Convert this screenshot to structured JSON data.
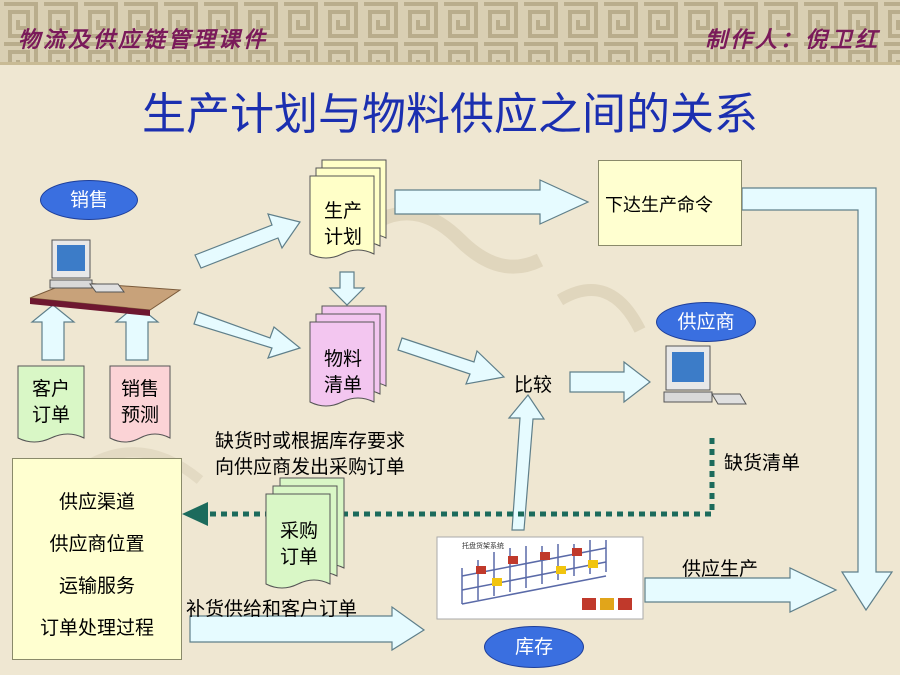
{
  "header": {
    "left": "物流及供应链管理课件",
    "right": "制作人：倪卫红"
  },
  "title": "生产计划与物料供应之间的关系",
  "nodes": {
    "sales": "销售",
    "production_plan": [
      "生产",
      "计划"
    ],
    "production_order": "下达生产命令",
    "supplier": "供应商",
    "bom": [
      "物料",
      "清单"
    ],
    "compare": "比较",
    "customer_order": [
      "客户",
      "订单"
    ],
    "sales_forecast": [
      "销售",
      "预测"
    ],
    "shortage_list": "缺货清单",
    "purchase_note": [
      "缺货时或根据库存要求",
      "向供应商发出采购订单"
    ],
    "purchase_order": [
      "采购",
      "订单"
    ],
    "supply_info": [
      "供应渠道",
      "供应商位置",
      "运输服务",
      "订单处理过程"
    ],
    "replenish": "补货供给和客户订单",
    "inventory": "库存",
    "supplier_production": "供应生产",
    "warehouse_caption": "托盘货架系统"
  }
}
